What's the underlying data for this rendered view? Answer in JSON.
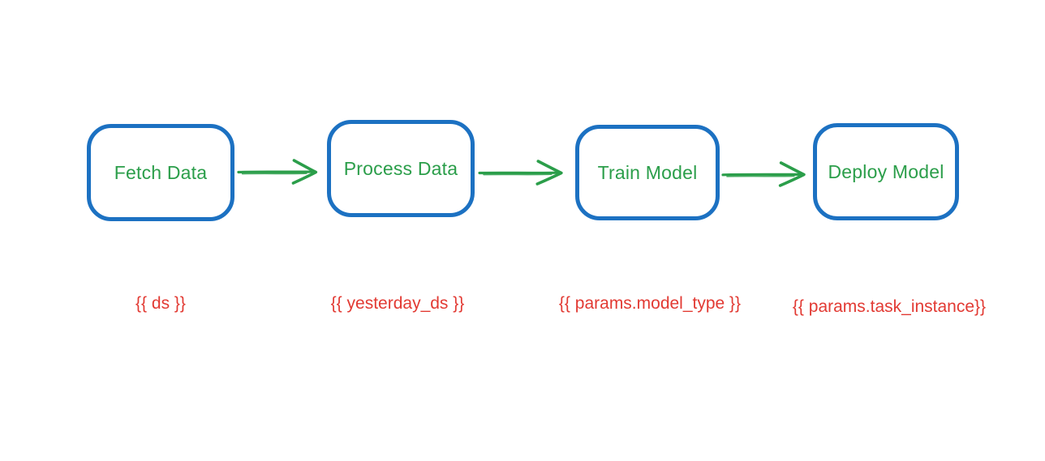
{
  "diagram": {
    "type": "flowchart",
    "description": "Airflow-style task pipeline with Jinja template values under each task",
    "nodes": [
      {
        "label": "Fetch Data",
        "template": "{{ ds }}"
      },
      {
        "label": "Process Data",
        "template": "{{ yesterday_ds }}"
      },
      {
        "label": "Train Model",
        "template": "{{ params.model_type }}"
      },
      {
        "label": "Deploy Model",
        "template": "{{ params.task_instance}}"
      }
    ],
    "connections": [
      {
        "from": "Fetch Data",
        "to": "Process Data"
      },
      {
        "from": "Process Data",
        "to": "Train Model"
      },
      {
        "from": "Train Model",
        "to": "Deploy Model"
      }
    ],
    "colors": {
      "background": "#ffffff",
      "node_border": "#1c71c2",
      "node_text": "#2b9e4a",
      "arrow": "#2b9e4a",
      "template_text": "#e23a33"
    }
  }
}
